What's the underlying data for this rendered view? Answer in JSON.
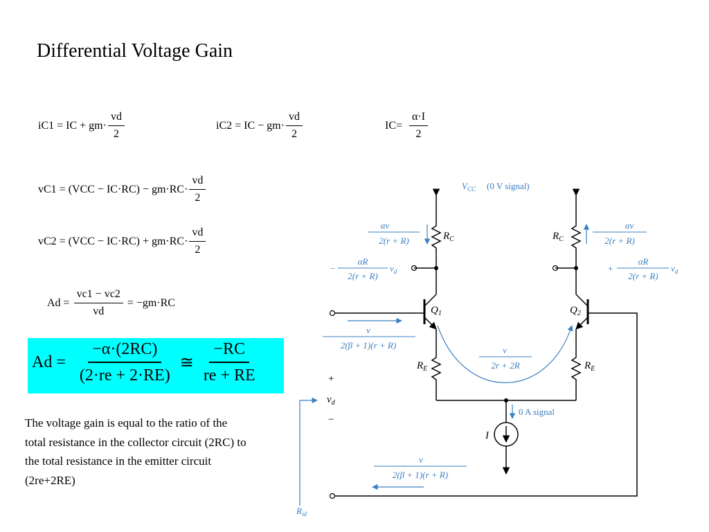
{
  "title": "Differential Voltage Gain",
  "eq_ic1": {
    "lhs": "iC1 = IC + gm·",
    "num": "vd",
    "den": "2"
  },
  "eq_ic2": {
    "lhs": "iC2 = IC − gm·",
    "num": "vd",
    "den": "2"
  },
  "eq_ic": {
    "lhs": "IC=",
    "num": "α·I",
    "den": "2"
  },
  "eq_vc1": {
    "lhs": "vC1 = (VCC − IC·RC) − gm·RC·",
    "num": "vd",
    "den": "2"
  },
  "eq_vc2": {
    "lhs": "vC2 = (VCC − IC·RC) + gm·RC·",
    "num": "vd",
    "den": "2"
  },
  "eq_ad": {
    "lhs": "Ad =",
    "num": "vc1 − vc2",
    "den": "vd",
    "rhs": "= −gm·RC"
  },
  "eq_highlight": {
    "lhs": "Ad =",
    "num1": "−α·(2RC)",
    "den1": "(2·re + 2·RE)",
    "approx": "≅",
    "num2": "−RC",
    "den2": "re + RE"
  },
  "paragraph": "The voltage gain is equal to the ratio of the total resistance in the collector circuit (2RC) to the total resistance in the emitter circuit (2re+2RE)",
  "circuit": {
    "vcc_label": "V",
    "vcc_sub": "CC",
    "vcc_signal": "(0 V signal)",
    "rc_left": "R",
    "rc_right": "R",
    "rc_sub": "C",
    "re_left": "R",
    "re_right": "R",
    "re_sub": "E",
    "q1": "Q",
    "q1_sub": "1",
    "q2": "Q",
    "q2_sub": "2",
    "current_source": "I",
    "zero_a_signal": "0 A signal",
    "plus": "+",
    "minus": "−",
    "vd_input": "v",
    "vd_sub": "d",
    "rid": "R",
    "rid_sub": "id",
    "blue_left_top_num": "αv",
    "blue_left_top_den": "2(r + R)",
    "blue_left_mid_num": "αR",
    "blue_left_mid_den": "2(r + R)",
    "blue_right_top_num": "αv",
    "blue_right_top_den": "2(r + R)",
    "blue_right_mid_num": "αR",
    "blue_right_mid_den": "2(r + R)",
    "blue_base_num": "v",
    "blue_base_den": "2(β + 1)(r + R)",
    "blue_emitter_num": "v",
    "blue_emitter_den": "2r + 2R",
    "blue_bottom_num": "v",
    "blue_bottom_den": "2(β + 1)(r + R)",
    "colors": {
      "blue": "#3a7fc1",
      "highlight": "#00ffff"
    }
  }
}
